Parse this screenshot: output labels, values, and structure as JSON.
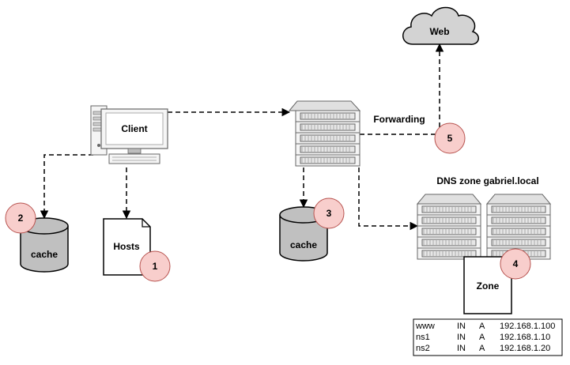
{
  "diagram": {
    "web": {
      "label": "Web"
    },
    "client": {
      "label": "Client"
    },
    "forwarding_label": "Forwarding",
    "zone_title": "DNS zone gabriel.local",
    "client_cache": {
      "label": "cache"
    },
    "server_cache": {
      "label": "cache"
    },
    "hosts_file": {
      "label": "Hosts"
    },
    "zone_box": {
      "label": "Zone"
    },
    "badges": [
      "1",
      "2",
      "3",
      "4",
      "5"
    ],
    "zone_records": [
      {
        "name": "www",
        "class": "IN",
        "type": "A",
        "address": "192.168.1.100"
      },
      {
        "name": "ns1",
        "class": "IN",
        "type": "A",
        "address": "192.168.1.10"
      },
      {
        "name": "ns2",
        "class": "IN",
        "type": "A",
        "address": "192.168.1.20"
      }
    ],
    "colors": {
      "badge_fill": "#f8cecc",
      "badge_stroke": "#b85450",
      "cylinder_fill": "#c0c0c0",
      "cloud_fill": "#d3d3d3"
    }
  }
}
